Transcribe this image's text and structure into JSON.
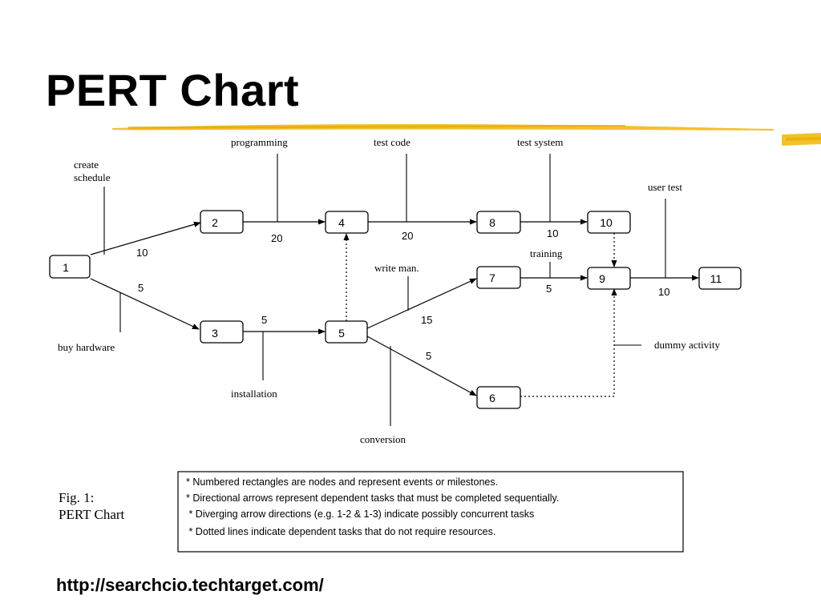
{
  "slide": {
    "title": "PERT Chart",
    "source_url": "http://searchcio.techtarget.com/"
  },
  "theme": {
    "accent_color": "#f2c12e",
    "text_color": "#000000"
  },
  "diagram": {
    "nodes": [
      "1",
      "2",
      "3",
      "4",
      "5",
      "6",
      "7",
      "8",
      "9",
      "10",
      "11"
    ],
    "durations": {
      "d_1_2": "10",
      "d_1_3": "5",
      "d_2_4": "20",
      "d_3_5": "5",
      "d_4_8": "20",
      "d_5_7": "15",
      "d_5_6": "5",
      "d_8_10": "10",
      "d_7_9": "5",
      "d_9_11": "10"
    },
    "labels": {
      "create_schedule_1": "create",
      "create_schedule_2": "schedule",
      "programming": "programming",
      "test_code": "test code",
      "test_system": "test system",
      "user_test": "user test",
      "write_manual": "write man.",
      "training": "training",
      "buy_hardware": "buy hardware",
      "installation": "installation",
      "conversion": "conversion",
      "dummy_activity": "dummy activity"
    }
  },
  "caption": {
    "line1": "Fig. 1:",
    "line2": "PERT Chart"
  },
  "notes": [
    "* Numbered rectangles are nodes and represent events or milestones.",
    "* Directional arrows represent dependent tasks that must be completed sequentially.",
    " * Diverging arrow directions (e.g. 1-2 & 1-3) indicate possibly concurrent tasks",
    " * Dotted lines indicate dependent tasks that do not require resources."
  ]
}
